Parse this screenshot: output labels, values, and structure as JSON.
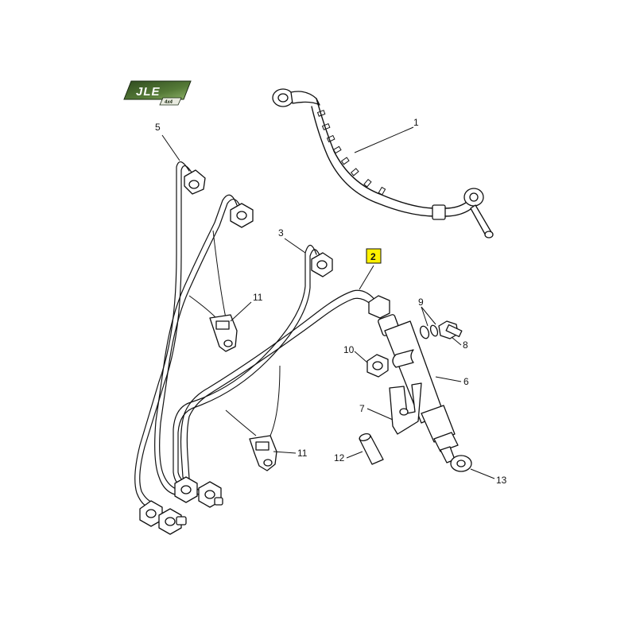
{
  "logo": {
    "brand": "JLE",
    "sub": "4x4",
    "color_dark": "#2f4a1f",
    "color_light": "#7fa35a"
  },
  "highlight_color": "#fff200",
  "callouts": {
    "c1": "1",
    "c2": "2",
    "c3": "3",
    "c5": "5",
    "c6": "6",
    "c7": "7",
    "c8": "8",
    "c9": "9",
    "c10": "10",
    "c11a": "11",
    "c11b": "11",
    "c12": "12",
    "c13": "13"
  },
  "highlighted_part": "2"
}
